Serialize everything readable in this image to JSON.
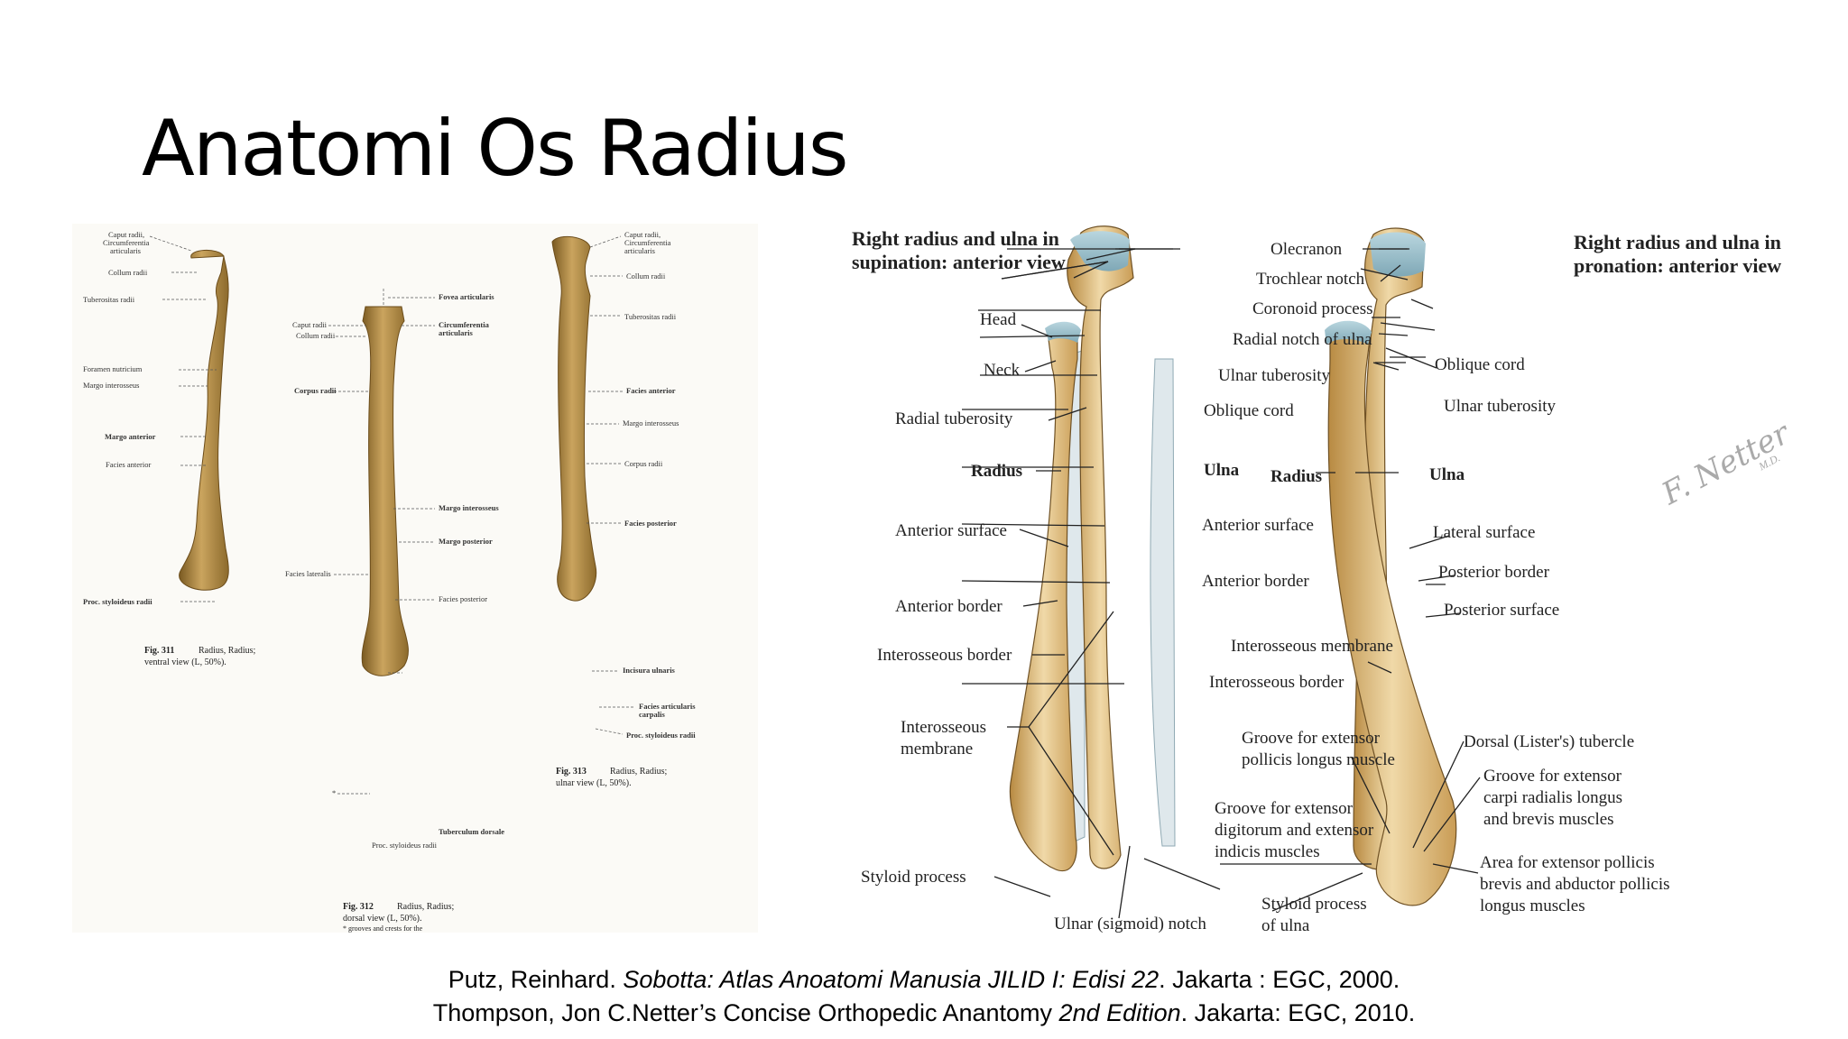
{
  "slide": {
    "title": "Anatomi Os Radius"
  },
  "sobotta": {
    "fig311": {
      "labels": [
        "Caput radii,",
        "Circumferentia",
        "articularis",
        "Collum radii",
        "Tuberositas radii",
        "Foramen nutricium",
        "Margo interosseus",
        "Margo anterior",
        "Facies anterior",
        "Proc. styloideus radii"
      ],
      "caption_title": "Fig. 311",
      "caption_name": "Radius, Radius;",
      "caption_view": "ventral view (L, 50%)."
    },
    "fig312": {
      "labels": [
        "Fovea articularis",
        "Caput radii",
        "Collum radii",
        "Circumferentia",
        "articularis",
        "Corpus radii",
        "Margo interosseus",
        "Margo posterior",
        "Facies lateralis",
        "Facies posterior",
        "Tuberculum dorsale",
        "Proc. styloideus radii",
        "*"
      ],
      "caption_title": "Fig. 312",
      "caption_name": "Radius, Radius;",
      "caption_view": "dorsal view (L, 50%).",
      "caption_note": "* grooves and crests for the"
    },
    "fig313": {
      "labels": [
        "Caput radii,",
        "Circumferentia",
        "articularis",
        "Collum radii",
        "Tuberositas radii",
        "Facies anterior",
        "Margo interosseus",
        "Corpus radii",
        "Facies posterior",
        "Incisura ulnaris",
        "Facies articularis",
        "carpalis",
        "Proc. styloideus radii"
      ],
      "caption_title": "Fig. 313",
      "caption_name": "Radius, Radius;",
      "caption_view": "ulnar view (L, 50%)."
    }
  },
  "netter": {
    "supination_title": [
      "Right radius and ulna in",
      "supination: anterior view"
    ],
    "pronation_title": [
      "Right radius and ulna in",
      "pronation: anterior view"
    ],
    "center_labels": [
      "Olecranon",
      "Trochlear notch",
      "Coronoid process",
      "Radial notch of ulna",
      "Ulnar tuberosity",
      "Oblique cord",
      "Ulna",
      "Anterior surface",
      "Anterior border",
      "Interosseous membrane",
      "Interosseous border",
      "Groove for extensor",
      "pollicis longus muscle",
      "Groove for extensor",
      "digitorum and extensor",
      "indicis muscles",
      "Styloid process",
      "of ulna",
      "Ulnar (sigmoid) notch"
    ],
    "left_labels": [
      "Head",
      "Neck",
      "Radial tuberosity",
      "Radius",
      "Anterior surface",
      "Anterior border",
      "Interosseous border",
      "Interosseous",
      "membrane",
      "Styloid process"
    ],
    "right_labels": [
      "Oblique cord",
      "Ulnar tuberosity",
      "Radius",
      "Ulna",
      "Lateral surface",
      "Posterior border",
      "Posterior surface",
      "Dorsal (Lister's) tubercle",
      "Groove for extensor",
      "carpi radialis longus",
      "and brevis muscles",
      "Area for extensor pollicis",
      "brevis and abductor pollicis",
      "longus muscles"
    ],
    "signature": "F. Netter M.D."
  },
  "references": {
    "ref1_a": "Putz, Reinhard. ",
    "ref1_italic": "Sobotta: Atlas Anoatomi Manusia JILID I: Edisi 22",
    "ref1_b": ". Jakarta : EGC, 2000.",
    "ref2_a": "Thompson, Jon C.Netter’s Concise Orthopedic Anantomy ",
    "ref2_italic": "2nd Edition",
    "ref2_b": ". Jakarta: EGC, 2010."
  }
}
